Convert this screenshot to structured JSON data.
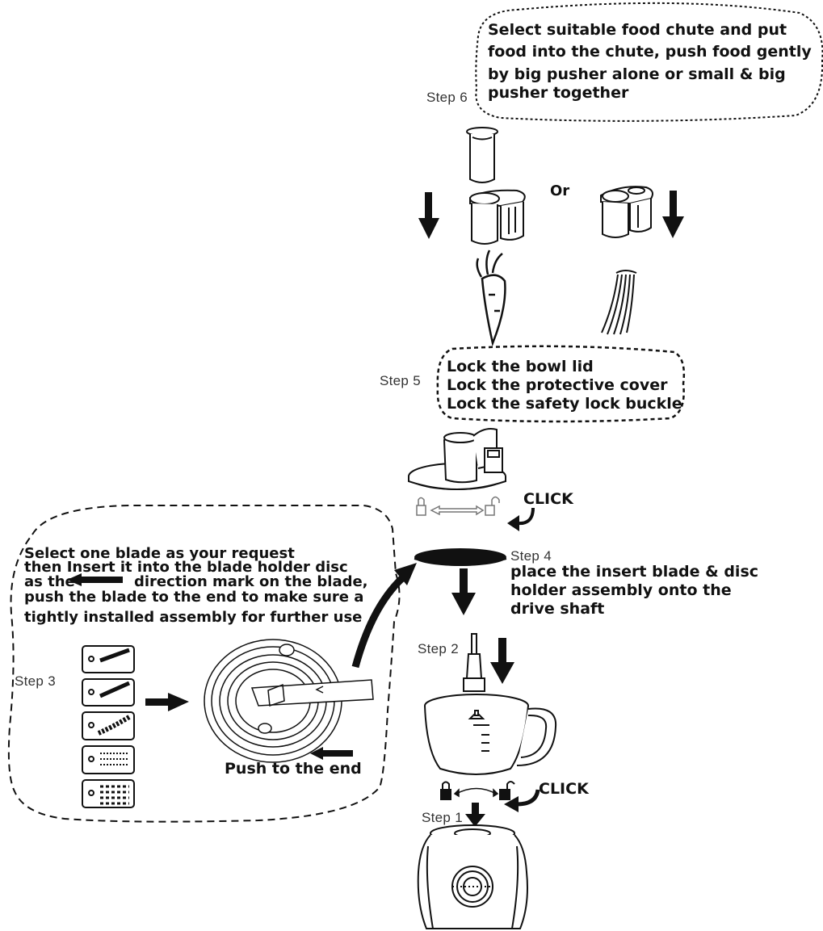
{
  "step6": {
    "label": "Step 6",
    "lines": [
      "Select suitable food chute and put",
      "food  into the chute, push food  gently",
      "by big pusher alone or small & big",
      "pusher together"
    ],
    "or_text": "Or"
  },
  "step5": {
    "label": "Step 5",
    "lines": [
      "Lock the bowl lid",
      "Lock the protective cover",
      "Lock the safety lock buckle"
    ],
    "click_text": "CLICK"
  },
  "step4": {
    "label": "Step 4",
    "lines": [
      "place the insert blade & disc",
      "holder assembly onto the",
      "drive shaft"
    ]
  },
  "step3": {
    "label": "Step 3",
    "lines": [
      "Select one blade as your request",
      "then Insert it into the blade holder disc",
      "as the",
      "direction mark on the blade,",
      "push the blade to the end to make sure a",
      "tightly installed assembly for further use"
    ],
    "push_text": "Push to the end"
  },
  "step2": {
    "label": "Step 2",
    "click_text": "CLICK"
  },
  "step1": {
    "label": "Step 1"
  },
  "colors": {
    "ink": "#111111",
    "step_label": "#333333",
    "background": "#ffffff"
  },
  "icons": [
    "down-arrow-icon",
    "left-arrow-icon",
    "right-arrow-icon",
    "curved-arrow-icon",
    "lock-icon",
    "unlock-icon",
    "carrot-icon",
    "fries-icon"
  ]
}
